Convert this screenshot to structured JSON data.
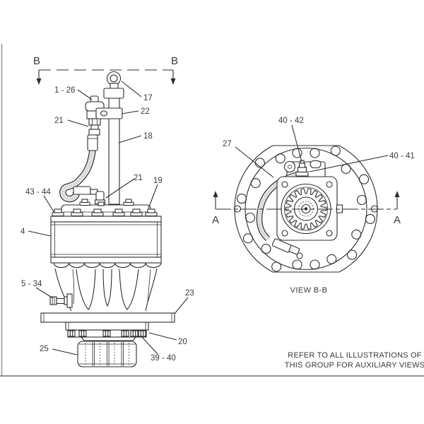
{
  "colors": {
    "line": "#2d2d2d",
    "text": "#3a3a3a",
    "frame_border": "#8f8f8f",
    "background": "#ffffff",
    "hose_texture": "#b5b5b5"
  },
  "main_view": {
    "section_letter_left": "B",
    "section_letter_right": "B",
    "callouts": {
      "breather": "1 - 26",
      "eyebolt": "17",
      "clamp": "22",
      "upper_fitting": "21",
      "tube": "18",
      "lower_fitting": "21",
      "motor_cover": "19",
      "cover_bolts": "43 - 44",
      "housing": "4",
      "drain_plug": "5 - 34",
      "mounting_flange": "23",
      "retainer": "20",
      "retainer_bolts": "39 - 40",
      "pinion": "25"
    }
  },
  "aux_view": {
    "title": "VIEW B-B",
    "section_letter_left": "A",
    "section_letter_right": "A",
    "callouts": {
      "top_fitting": "40 - 42",
      "hose": "27",
      "side_fitting": "40 - 41"
    }
  },
  "footer": {
    "note_line1": "REFER TO ALL ILLUSTRATIONS OF",
    "note_line2": "THIS GROUP FOR AUXILIARY VIEWS"
  }
}
